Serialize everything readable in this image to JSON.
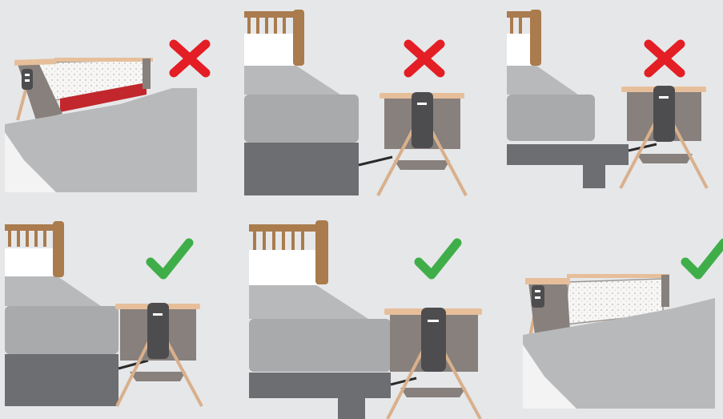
{
  "panels": [
    {
      "id": "crib-tilted-on-bed",
      "verdict": "incorrect",
      "mark": "cross-icon"
    },
    {
      "id": "crib-lower-than-mattress-level-floor",
      "verdict": "incorrect",
      "mark": "cross-icon"
    },
    {
      "id": "crib-lower-than-mattress-raised-bed",
      "verdict": "incorrect",
      "mark": "cross-icon"
    },
    {
      "id": "crib-level-with-mattress-level-floor",
      "verdict": "correct",
      "mark": "check-icon"
    },
    {
      "id": "crib-level-with-mattress-raised-bed",
      "verdict": "correct",
      "mark": "check-icon"
    },
    {
      "id": "crib-attached-level-with-mattress",
      "verdict": "correct",
      "mark": "check-icon"
    }
  ],
  "colors": {
    "background": "#e6e7e9",
    "headboard": "#a97b4d",
    "pillow": "#ffffff",
    "mattress_light": "#b8b9bb",
    "mattress_mid": "#a9aaac",
    "bed_base": "#6d6e71",
    "crib_body": "#87807c",
    "crib_rim": "#e6bf9a",
    "crib_legs": "#d9b08c",
    "crib_hub": "#4d4d4f",
    "incorrect": "#e31e24",
    "correct": "#3fae49",
    "red_band": "#c1272d"
  }
}
